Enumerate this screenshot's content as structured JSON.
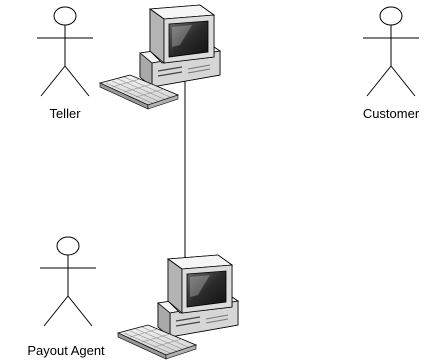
{
  "diagram": {
    "actors": [
      {
        "id": "teller",
        "label": "Teller"
      },
      {
        "id": "customer",
        "label": "Customer"
      },
      {
        "id": "payout-agent",
        "label": "Payout Agent"
      }
    ],
    "nodes": [
      {
        "id": "computer-top",
        "icon": "desktop-computer-icon"
      },
      {
        "id": "computer-bottom",
        "icon": "desktop-computer-icon"
      }
    ],
    "connections": [
      {
        "from": "computer-top",
        "to": "computer-bottom"
      }
    ],
    "colors": {
      "stroke": "#000000",
      "computer_light": "#e6e6e6",
      "computer_mid": "#bdbdbd",
      "computer_dark": "#3a3a3a",
      "screen": "#2b2b2b"
    }
  }
}
